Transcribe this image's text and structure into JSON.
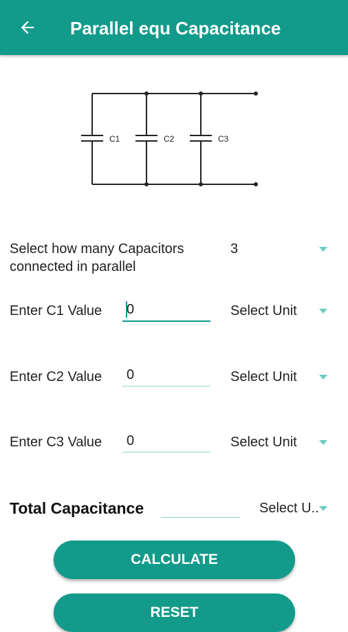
{
  "appbar": {
    "title": "Parallel equ Capacitance",
    "back_icon": "arrow-back-icon"
  },
  "diagram": {
    "labels": [
      "C1",
      "C2",
      "C3"
    ]
  },
  "count": {
    "label": "Select how many Capacitors connected in parallel",
    "value": "3"
  },
  "inputs": [
    {
      "label": "Enter C1 Value",
      "value": "0",
      "unit": "Select Unit"
    },
    {
      "label": "Enter C2 Value",
      "value": "0",
      "unit": "Select Unit"
    },
    {
      "label": "Enter C3 Value",
      "value": "0",
      "unit": "Select Unit"
    }
  ],
  "total": {
    "label": "Total Capacitance",
    "value": "",
    "unit": "Select U.."
  },
  "buttons": {
    "calculate": "CALCULATE",
    "reset": "RESET"
  },
  "colors": {
    "accent": "#129a8a",
    "underline": "#8fd4cb"
  }
}
